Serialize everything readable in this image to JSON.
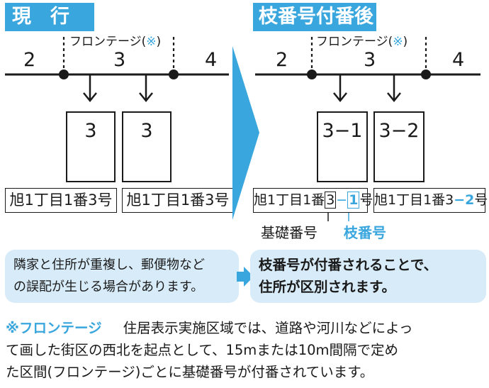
{
  "left": {
    "header": "現　行",
    "frontage_label": "フロンテージ(",
    "frontage_mark": "※",
    "frontage_close": ")",
    "numbers": [
      "2",
      "3",
      "4"
    ],
    "boxes": [
      "3",
      "3"
    ],
    "addresses": [
      "旭1丁目1番3号",
      "旭1丁目1番3号"
    ]
  },
  "right": {
    "header": "枝番号付番後",
    "frontage_label": "フロンテージ(",
    "frontage_mark": "※",
    "frontage_close": ")",
    "numbers": [
      "2",
      "3",
      "4"
    ],
    "boxes": [
      "3−1",
      "3−2"
    ],
    "address1": {
      "prefix": "旭1丁目1番",
      "base": "3",
      "dash": "−",
      "branch": "1",
      "suffix": "号"
    },
    "address2": {
      "prefix": "旭1丁目1番3",
      "branch": "−2",
      "suffix": "号"
    },
    "base_label": "基礎番号",
    "branch_label": "枝番号"
  },
  "bubble_left": [
    "隣家と住所が重複し、郵便物など",
    "の誤配が生じる場合があります。"
  ],
  "bubble_right": [
    "枝番号が付番されることで、",
    "住所が区別されます。"
  ],
  "footnote": {
    "mark": "※フロンテージ",
    "lines": [
      "住居表示実施区域では、道路や河川などによっ",
      "て画した街区の西北を起点として、15mまたは10m間隔で定め",
      "た区間(フロンテージ)ごとに基礎番号が付番されています。"
    ]
  },
  "colors": {
    "accent": "#3aa6de",
    "bubble": "#d7ebf8",
    "ink": "#1a1a1a"
  }
}
